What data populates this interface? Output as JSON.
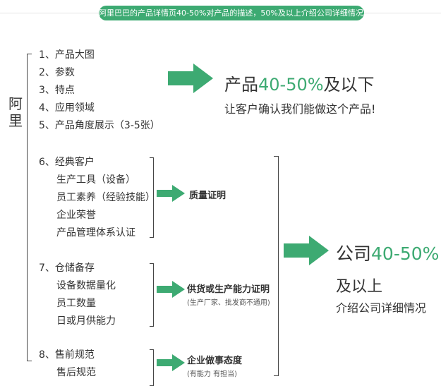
{
  "banner": "阿里巴巴的产品详情页40-50%对产品的描述，50%及以上介绍公司详细情况。",
  "side_label": "阿里",
  "group1": {
    "items": [
      "1、产品大图",
      "2、参数",
      "3、特点",
      "4、应用领域",
      "5、产品角度展示（3-5张）"
    ],
    "title_prefix": "产品",
    "title_pct": "40-50%",
    "title_suffix": "及以下",
    "subtitle": "让客户确认我们能做这个产品!"
  },
  "group2": {
    "items": [
      "6、经典客户",
      "生产工具（设备）",
      "员工素养（经验技能）",
      "企业荣誉",
      "产品管理体系认证"
    ],
    "label": "质量证明"
  },
  "group3": {
    "items": [
      "7、仓储备存",
      "设备数据量化",
      "员工数量",
      "日或月供能力"
    ],
    "label": "供货或生产能力证明",
    "note": "(生产厂家、批发商不通用)"
  },
  "group4": {
    "items": [
      "8、售前规范",
      "售后规范"
    ],
    "label": "企业做事态度",
    "note": "(有能力 有担当)"
  },
  "company": {
    "title_prefix": "公司",
    "title_pct": "40-50%",
    "line2": "及以上",
    "line3": "介绍公司详细情况"
  },
  "colors": {
    "accent": "#3daa72"
  }
}
